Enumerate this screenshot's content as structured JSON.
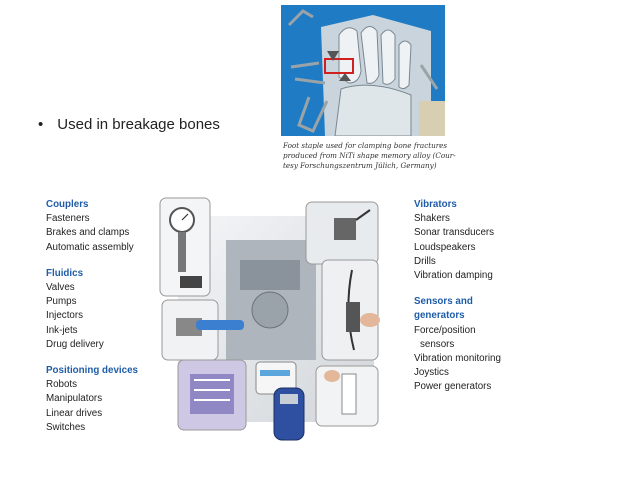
{
  "bullet": {
    "symbol": "•",
    "text": "Used in breakage bones"
  },
  "figure": {
    "caption_lines": [
      "Foot staple used for clamping bone fractures",
      "produced from NiTi shape memory alloy (Cour-",
      "tesy Forschungszentrum Jülich, Germany)"
    ]
  },
  "left_column": [
    {
      "heading": "Couplers",
      "items": [
        "Fasteners",
        "Brakes and clamps",
        "Automatic assembly"
      ]
    },
    {
      "heading": "Fluidics",
      "items": [
        "Valves",
        "Pumps",
        "Injectors",
        "Ink-jets",
        "Drug delivery"
      ]
    },
    {
      "heading": "Positioning devices",
      "items": [
        "Robots",
        "Manipulators",
        "Linear drives",
        "Switches"
      ]
    }
  ],
  "right_column": {
    "vibrators": {
      "heading": "Vibrators",
      "items": [
        "Shakers",
        "Sonar transducers",
        "Loudspeakers",
        "Drills",
        "Vibration damping"
      ]
    },
    "sensors": {
      "heading_line1": "Sensors and",
      "heading_line2": "generators",
      "item1": "Force/position",
      "item1_cont": "sensors",
      "items": [
        "Vibration monitoring",
        "Joystics",
        "Power generators"
      ]
    }
  },
  "colors": {
    "heading_blue": "#1f5ca8",
    "xray_blue": "#1f7cc4"
  }
}
